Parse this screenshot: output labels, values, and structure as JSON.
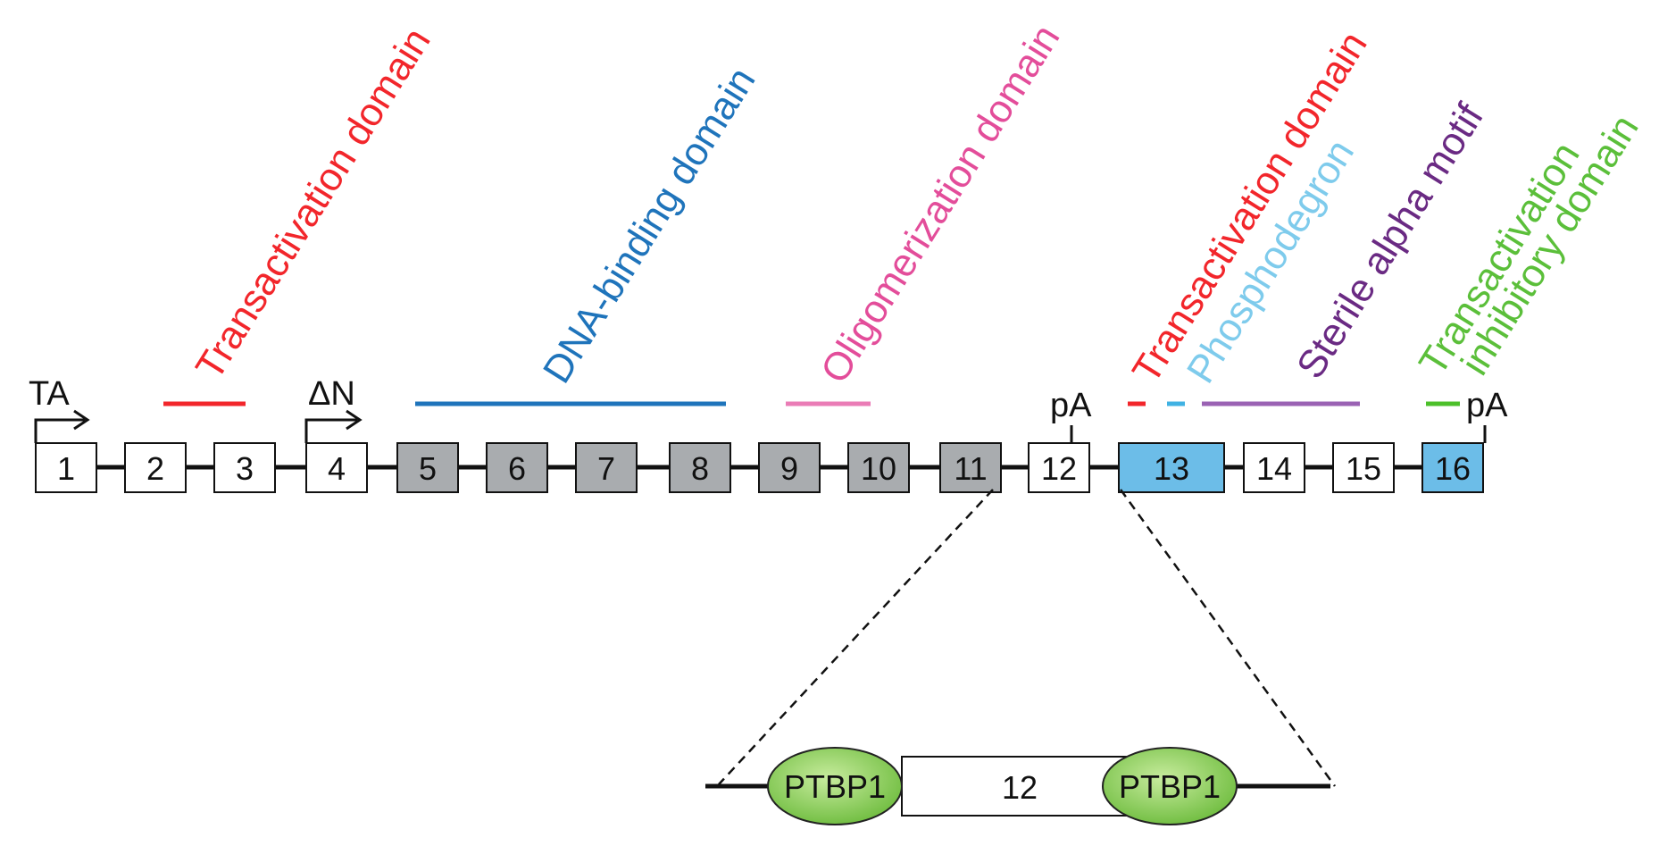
{
  "promoters": {
    "ta": "TA",
    "dn": "ΔN"
  },
  "polya": {
    "first": "pA",
    "second": "pA"
  },
  "exons": [
    {
      "label": "1",
      "fill": "#ffffff"
    },
    {
      "label": "2",
      "fill": "#ffffff"
    },
    {
      "label": "3",
      "fill": "#ffffff"
    },
    {
      "label": "4",
      "fill": "#ffffff"
    },
    {
      "label": "5",
      "fill": "#a9acaf"
    },
    {
      "label": "6",
      "fill": "#a9acaf"
    },
    {
      "label": "7",
      "fill": "#a9acaf"
    },
    {
      "label": "8",
      "fill": "#a9acaf"
    },
    {
      "label": "9",
      "fill": "#a9acaf"
    },
    {
      "label": "10",
      "fill": "#a9acaf"
    },
    {
      "label": "11",
      "fill": "#a9acaf"
    },
    {
      "label": "12",
      "fill": "#ffffff"
    },
    {
      "label": "13",
      "fill": "#6cbde8"
    },
    {
      "label": "14",
      "fill": "#ffffff"
    },
    {
      "label": "15",
      "fill": "#ffffff"
    },
    {
      "label": "16",
      "fill": "#6cbde8"
    }
  ],
  "domains": [
    {
      "label": "Transactivation domain",
      "color": "#f2262b"
    },
    {
      "label": "DNA-binding domain",
      "color": "#1f74bb"
    },
    {
      "label": "Oligomerization domain",
      "color": "#e34d9a"
    },
    {
      "label": "Transactivation domain",
      "color": "#f2262b"
    },
    {
      "label": "Phosphodegron",
      "color": "#7ecbec"
    },
    {
      "label": "Sterile alpha motif",
      "color": "#6a2a83"
    },
    {
      "label": "Transactivation",
      "color": "#5bbf3a"
    },
    {
      "label": "inhibitory domain",
      "color": "#5bbf3a"
    }
  ],
  "inset": {
    "exon_label": "12",
    "ptbp_left": "PTBP1",
    "ptbp_right": "PTBP1",
    "ptbp_color": "#7ac143"
  }
}
